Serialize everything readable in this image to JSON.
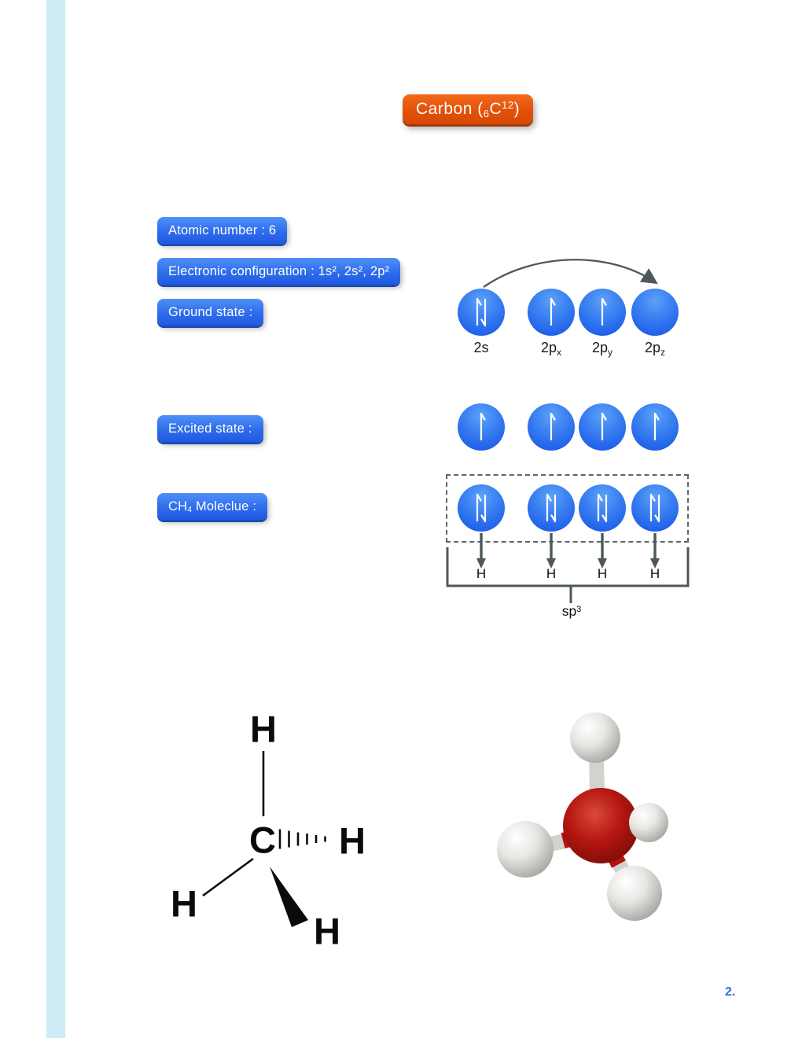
{
  "page": {
    "number": "2.",
    "stripe_color": "#cdecf5",
    "background": "#ffffff"
  },
  "title_badge": {
    "pre": "Carbon (",
    "sub": "6",
    "symbol": "C",
    "sup": "12",
    "post": ")",
    "accent_color": "#e35108"
  },
  "labels": {
    "atomic_number": "Atomic number : 6",
    "electronic_configuration": "Electronic configuration : 1s², 2s², 2p²",
    "ground_state": "Ground state :",
    "excited_state": "Excited state :",
    "ch4_pre": "CH",
    "ch4_sub": "4",
    "ch4_post": " Moleclue :",
    "badge_color": "#2e6cec"
  },
  "orbital_diagram": {
    "orbital_fill": "#2f72ee",
    "arrow_color": "#4d585c",
    "ground_state": {
      "orbitals": [
        {
          "label_base": "2s",
          "label_sub": "",
          "electrons": "paired"
        },
        {
          "label_base": "2p",
          "label_sub": "x",
          "electrons": "single-up"
        },
        {
          "label_base": "2p",
          "label_sub": "y",
          "electrons": "single-up"
        },
        {
          "label_base": "2p",
          "label_sub": "z",
          "electrons": "empty"
        }
      ],
      "promotion_arrow": "2s electron promoted to 2pz"
    },
    "excited_state": {
      "electrons": [
        "single-up",
        "single-up",
        "single-up",
        "single-up"
      ]
    },
    "ch4_molecule": {
      "electrons": [
        "paired",
        "paired",
        "paired",
        "paired"
      ],
      "bonded_atoms": [
        "H",
        "H",
        "H",
        "H"
      ],
      "hybridization_base": "sp",
      "hybridization_sup": "3"
    }
  },
  "structural_formula": {
    "center": "C",
    "top": "H",
    "right": "H",
    "left": "H",
    "bottom": "H"
  },
  "ball_stick_model": {
    "carbon_color": "#b21510",
    "hydrogen_color": "#e9e9e6",
    "bond_color": "#d2d2cf"
  }
}
